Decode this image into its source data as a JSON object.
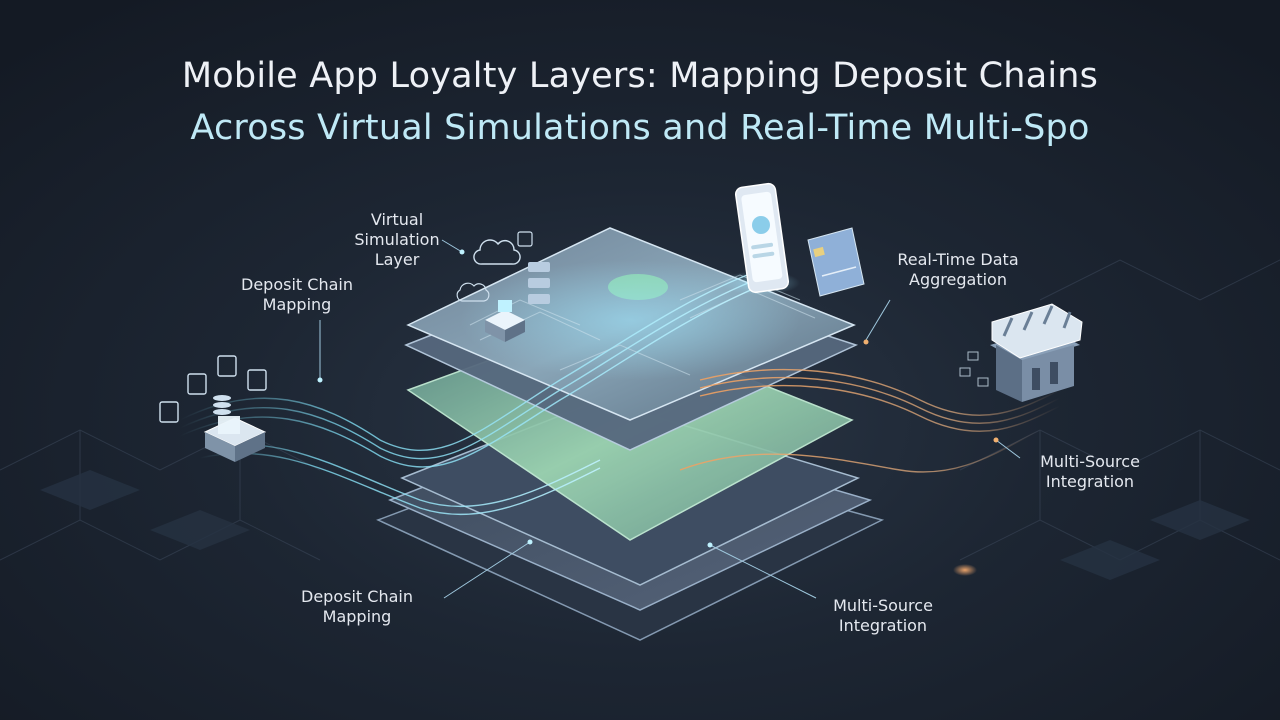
{
  "header": {
    "title_line1": "Mobile App Loyalty Layers: Mapping Deposit Chains",
    "title_line2": "Across Virtual Simulations and Real-Time Multi-Spo"
  },
  "labels": {
    "virtual_simulation_1": "Virtual",
    "virtual_simulation_2": "Simulation",
    "virtual_simulation_3": "Layer",
    "deposit_top_1": "Deposit Chain",
    "deposit_top_2": "Mapping",
    "realtime_1": "Real-Time Data",
    "realtime_2": "Aggregation",
    "multisource_right_1": "Multi-Source",
    "multisource_right_2": "Integration",
    "deposit_bottom_1": "Deposit Chain",
    "deposit_bottom_2": "Mapping",
    "multisource_bottom_1": "Multi-Source",
    "multisource_bottom_2": "Integration"
  },
  "colors": {
    "accent_cyan": "#7fdcf2",
    "accent_green": "#8fe0b0",
    "accent_orange": "#f0a060",
    "title_white": "#eef1f6",
    "title_cyan": "#bfe9f6"
  },
  "icons": [
    "smartphone-icon",
    "credit-card-icon",
    "storefront-icon",
    "cloud-icon",
    "server-cube-icon",
    "document-icon",
    "database-icon"
  ]
}
